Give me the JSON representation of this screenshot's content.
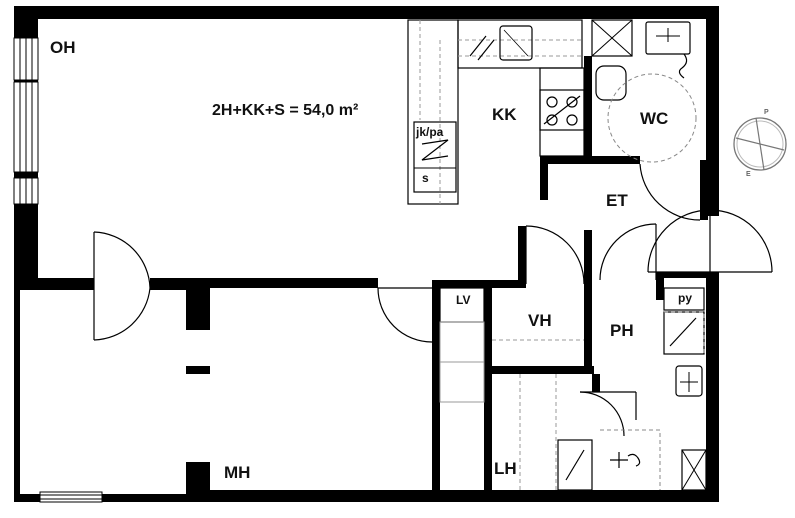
{
  "plan": {
    "area_label": "2H+KK+S = 54,0 m²",
    "rooms": {
      "oh": "OH",
      "kk": "KK",
      "wc": "WC",
      "et": "ET",
      "vh": "VH",
      "ph": "PH",
      "mh": "MH",
      "lh": "LH"
    },
    "fixtures": {
      "jkpa": "jk/pa",
      "s": "s",
      "lv": "LV",
      "py": "py"
    },
    "compass": {
      "north": "P",
      "east": "E"
    }
  }
}
